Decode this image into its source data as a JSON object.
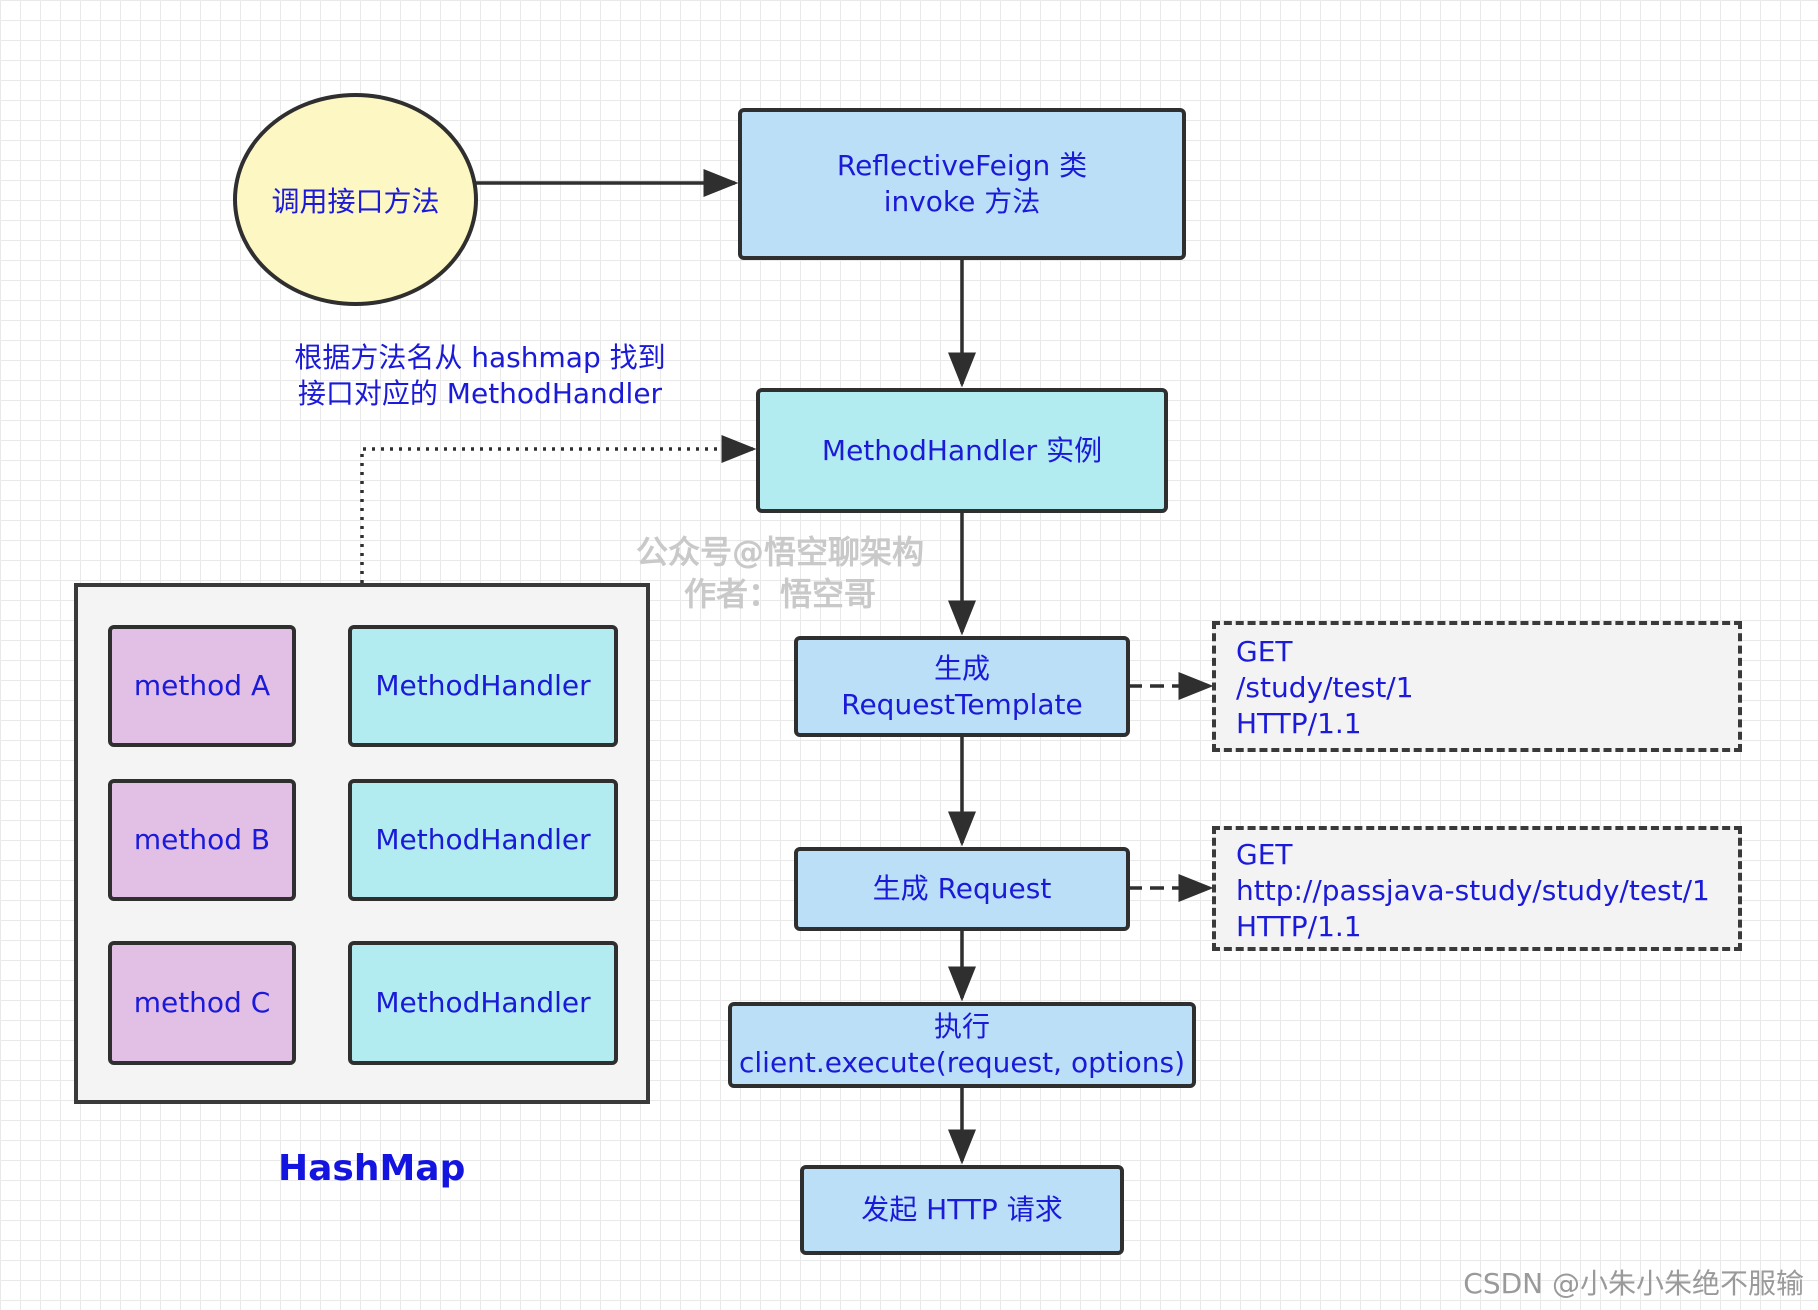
{
  "start": {
    "label": "调用接口方法"
  },
  "nodes": {
    "reflective": {
      "line1": "ReflectiveFeign 类",
      "line2": "invoke 方法"
    },
    "handler": {
      "label": "MethodHandler 实例"
    },
    "template": {
      "line1": "生成",
      "line2": "RequestTemplate"
    },
    "request": {
      "label": "生成 Request"
    },
    "execute": {
      "line1": "执行",
      "line2": "client.execute(request, options)"
    },
    "send": {
      "label": "发起 HTTP 请求"
    }
  },
  "lookup_note": {
    "line1": "根据方法名从 hashmap 找到",
    "line2": "接口对应的 MethodHandler"
  },
  "hashmap": {
    "title": "HashMap",
    "entries": [
      {
        "key": "method A",
        "value": "MethodHandler"
      },
      {
        "key": "method B",
        "value": "MethodHandler"
      },
      {
        "key": "method C",
        "value": "MethodHandler"
      }
    ]
  },
  "template_output": {
    "line1": "GET",
    "line2": "/study/test/1",
    "line3": "HTTP/1.1"
  },
  "request_output": {
    "line1": "GET",
    "line2": "http://passjava-study/study/test/1",
    "line3": "HTTP/1.1"
  },
  "watermark": {
    "line1": "公众号@悟空聊架构",
    "line2": "作者：悟空哥"
  },
  "footer": "CSDN @小朱小朱绝不服输",
  "colors": {
    "box_blue": "#bcdff8",
    "box_cyan": "#b2ebf0",
    "box_purple": "#e2bfe5",
    "circle_yellow": "#fdf7c3",
    "text_blue": "#1a1ad8"
  }
}
